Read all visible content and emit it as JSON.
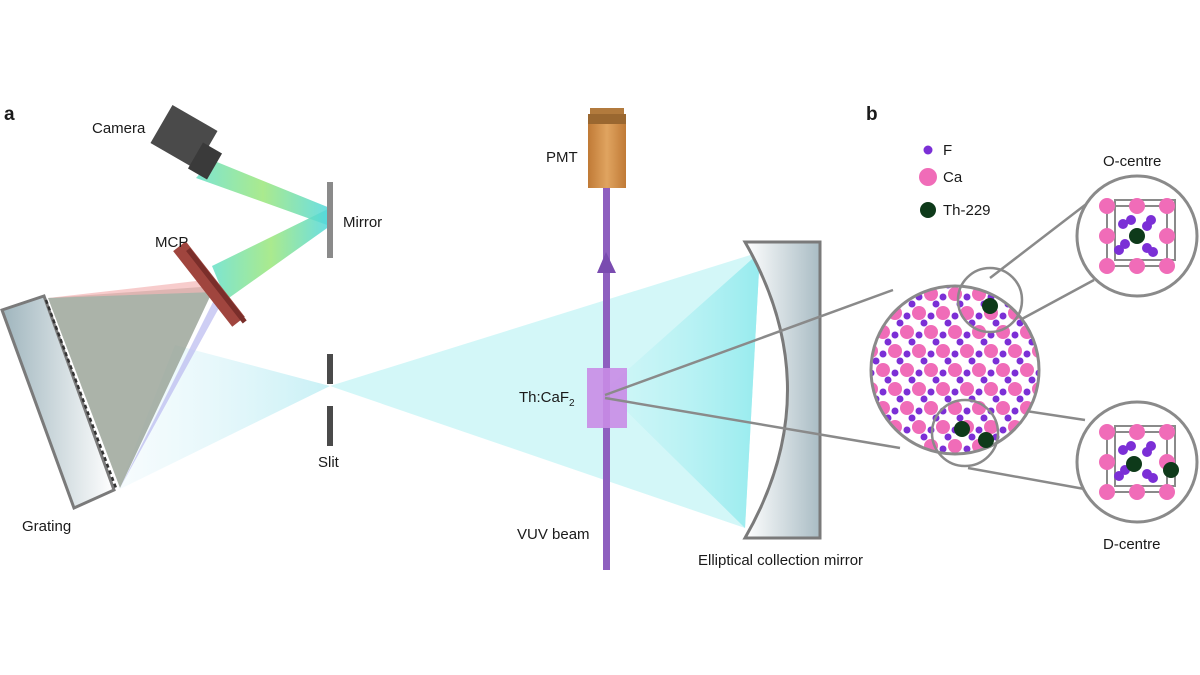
{
  "panels": {
    "a": "a",
    "b": "b"
  },
  "labels": {
    "camera": "Camera",
    "mirror": "Mirror",
    "mcp": "MCP",
    "grating": "Grating",
    "slit": "Slit",
    "pmt": "PMT",
    "crystal": "Th:CaF",
    "crystal_sub": "2",
    "vuv_beam": "VUV beam",
    "collection_mirror": "Elliptical collection mirror",
    "o_centre": "O-centre",
    "d_centre": "D-centre"
  },
  "legend": [
    {
      "label": "F",
      "color": "#7b2fd6",
      "size": "small"
    },
    {
      "label": "Ca",
      "color": "#f06cb8",
      "size": "large"
    },
    {
      "label": "Th-229",
      "color": "#0e3a1a",
      "size": "medium"
    }
  ],
  "colors": {
    "fluorine": "#7b2fd6",
    "calcium": "#f06cb8",
    "thorium": "#0e3a1a",
    "beam": "#8e5fbf",
    "pmt": "#d4914a",
    "mcp": "#a0453e",
    "crystal": "#c98ce6",
    "cone": "#7fe3e8"
  }
}
